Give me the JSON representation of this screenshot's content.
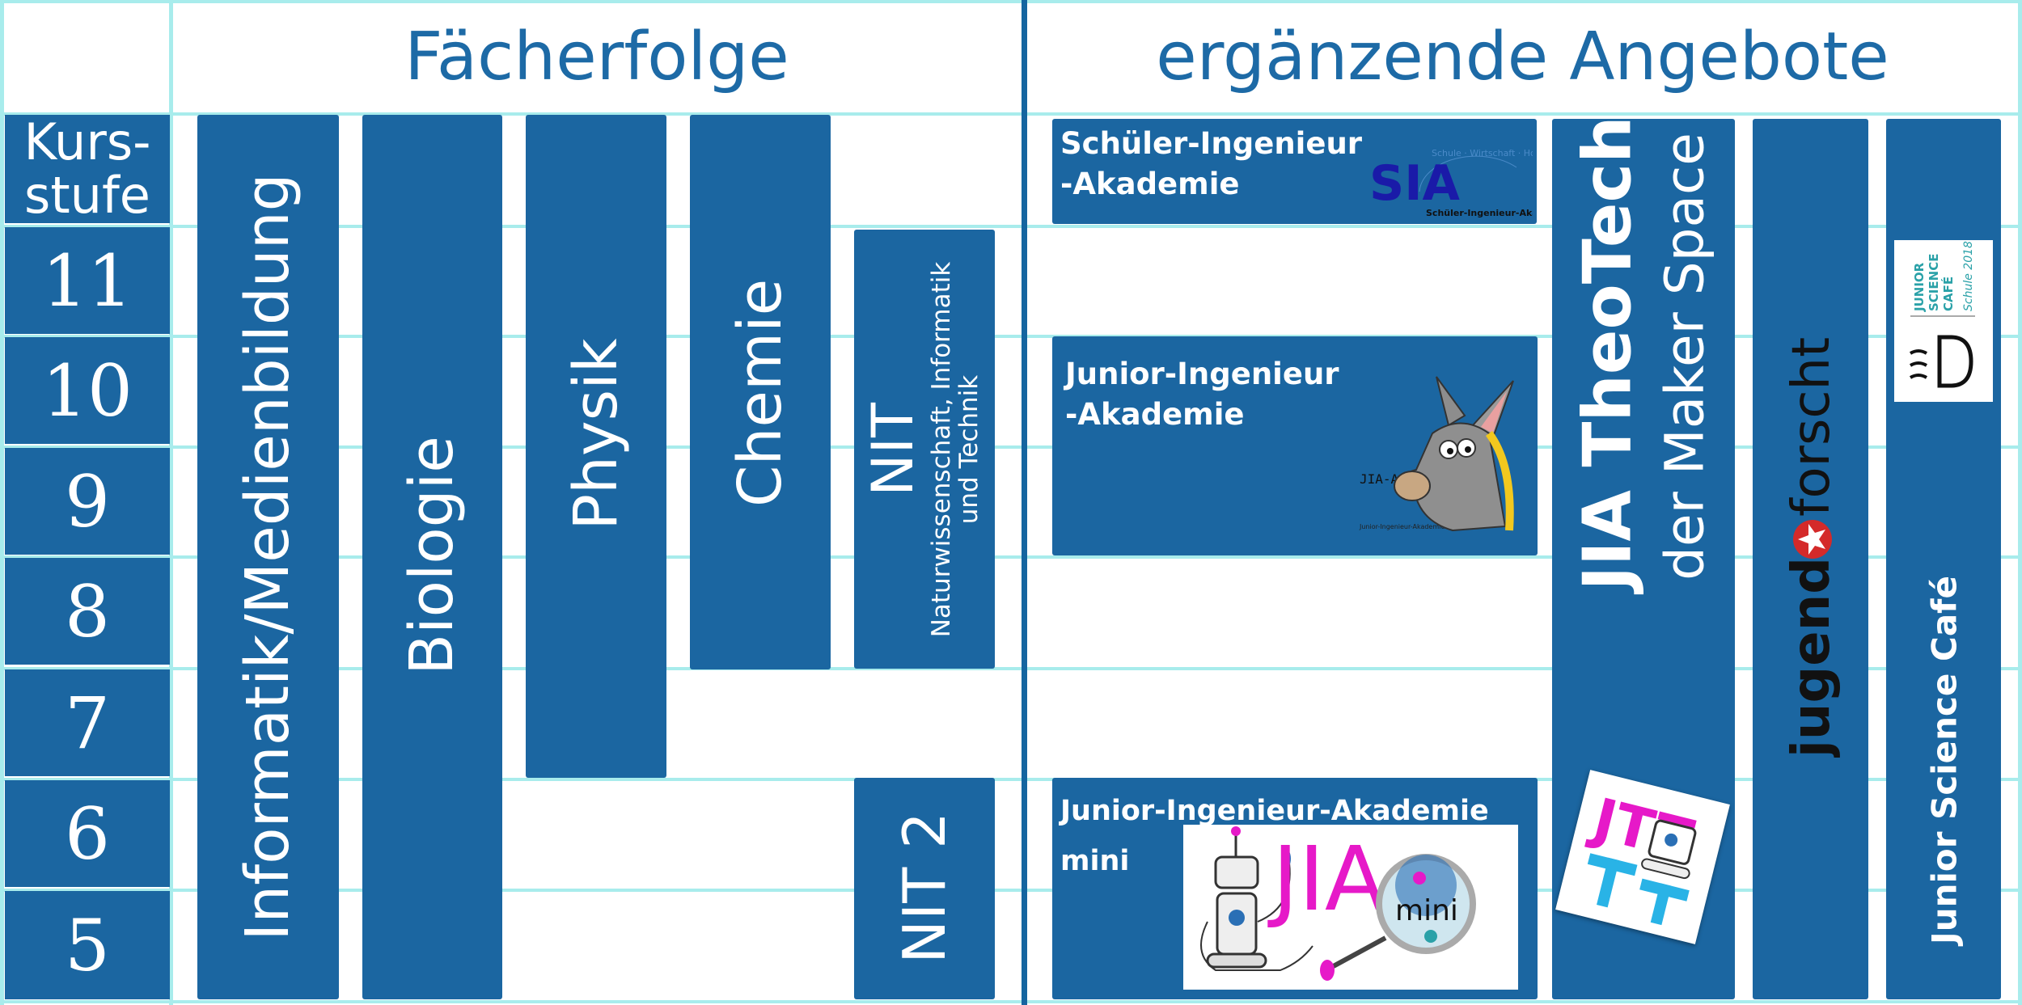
{
  "headers": {
    "subjects": "Fächerfolge",
    "offers": "ergänzende Angebote"
  },
  "grade_column": {
    "title": "Kurs-\nstufe",
    "grades": [
      "11",
      "10",
      "9",
      "8",
      "7",
      "6",
      "5"
    ]
  },
  "subjects": [
    {
      "label": "Informatik/Medienbildung",
      "from_grade": 5,
      "to_grade": "Kursstufe"
    },
    {
      "label": "Biologie",
      "from_grade": 5,
      "to_grade": "Kursstufe"
    },
    {
      "label": "Physik",
      "from_grade": 7,
      "to_grade": "Kursstufe"
    },
    {
      "label": "Chemie",
      "from_grade": 8,
      "to_grade": "Kursstufe"
    },
    {
      "label": "NIT",
      "sublabel": "Naturwissenschaft, Informatik\nund Technik",
      "from_grade": 8,
      "to_grade": 11
    },
    {
      "label": "NIT 2",
      "from_grade": 5,
      "to_grade": 6
    }
  ],
  "offers": {
    "sia": {
      "title": "Schüler-Ingenieur\n-Akademie",
      "logo_text": "SIA",
      "logo_caption": "Schüler-Ingenieur-Akademie",
      "logo_arc": "Schule · Wirtschaft · Hochschule"
    },
    "jia": {
      "title": "Junior-Ingenieur\n-Akademie",
      "logo_text": "JIA-AA",
      "logo_caption": "Junior-Ingenieur-Akademie Kolon"
    },
    "jia_mini": {
      "title": "Junior-Ingenieur-Akademie\nmini",
      "logo_text": "JIA",
      "logo_badge": "mini"
    },
    "theotech": {
      "title": "JIA TheoTech",
      "subtitle": "der Maker Space",
      "logo_letters": "JTT"
    },
    "jugend_forscht": {
      "part1": "jugend",
      "part2": "forscht"
    },
    "jsc": {
      "title": "Junior Science Café",
      "logo_lines": [
        "JUNIOR",
        "SCIENCE",
        "CAFÉ"
      ],
      "logo_tag": "Schule 2018"
    }
  },
  "colors": {
    "block": "#1b66a1",
    "grid": "#a8ecec",
    "header_text": "#1d6aa6",
    "jia_magenta": "#e619c8",
    "jf_red": "#d42a2a",
    "jsc_teal": "#2aa1a8"
  }
}
